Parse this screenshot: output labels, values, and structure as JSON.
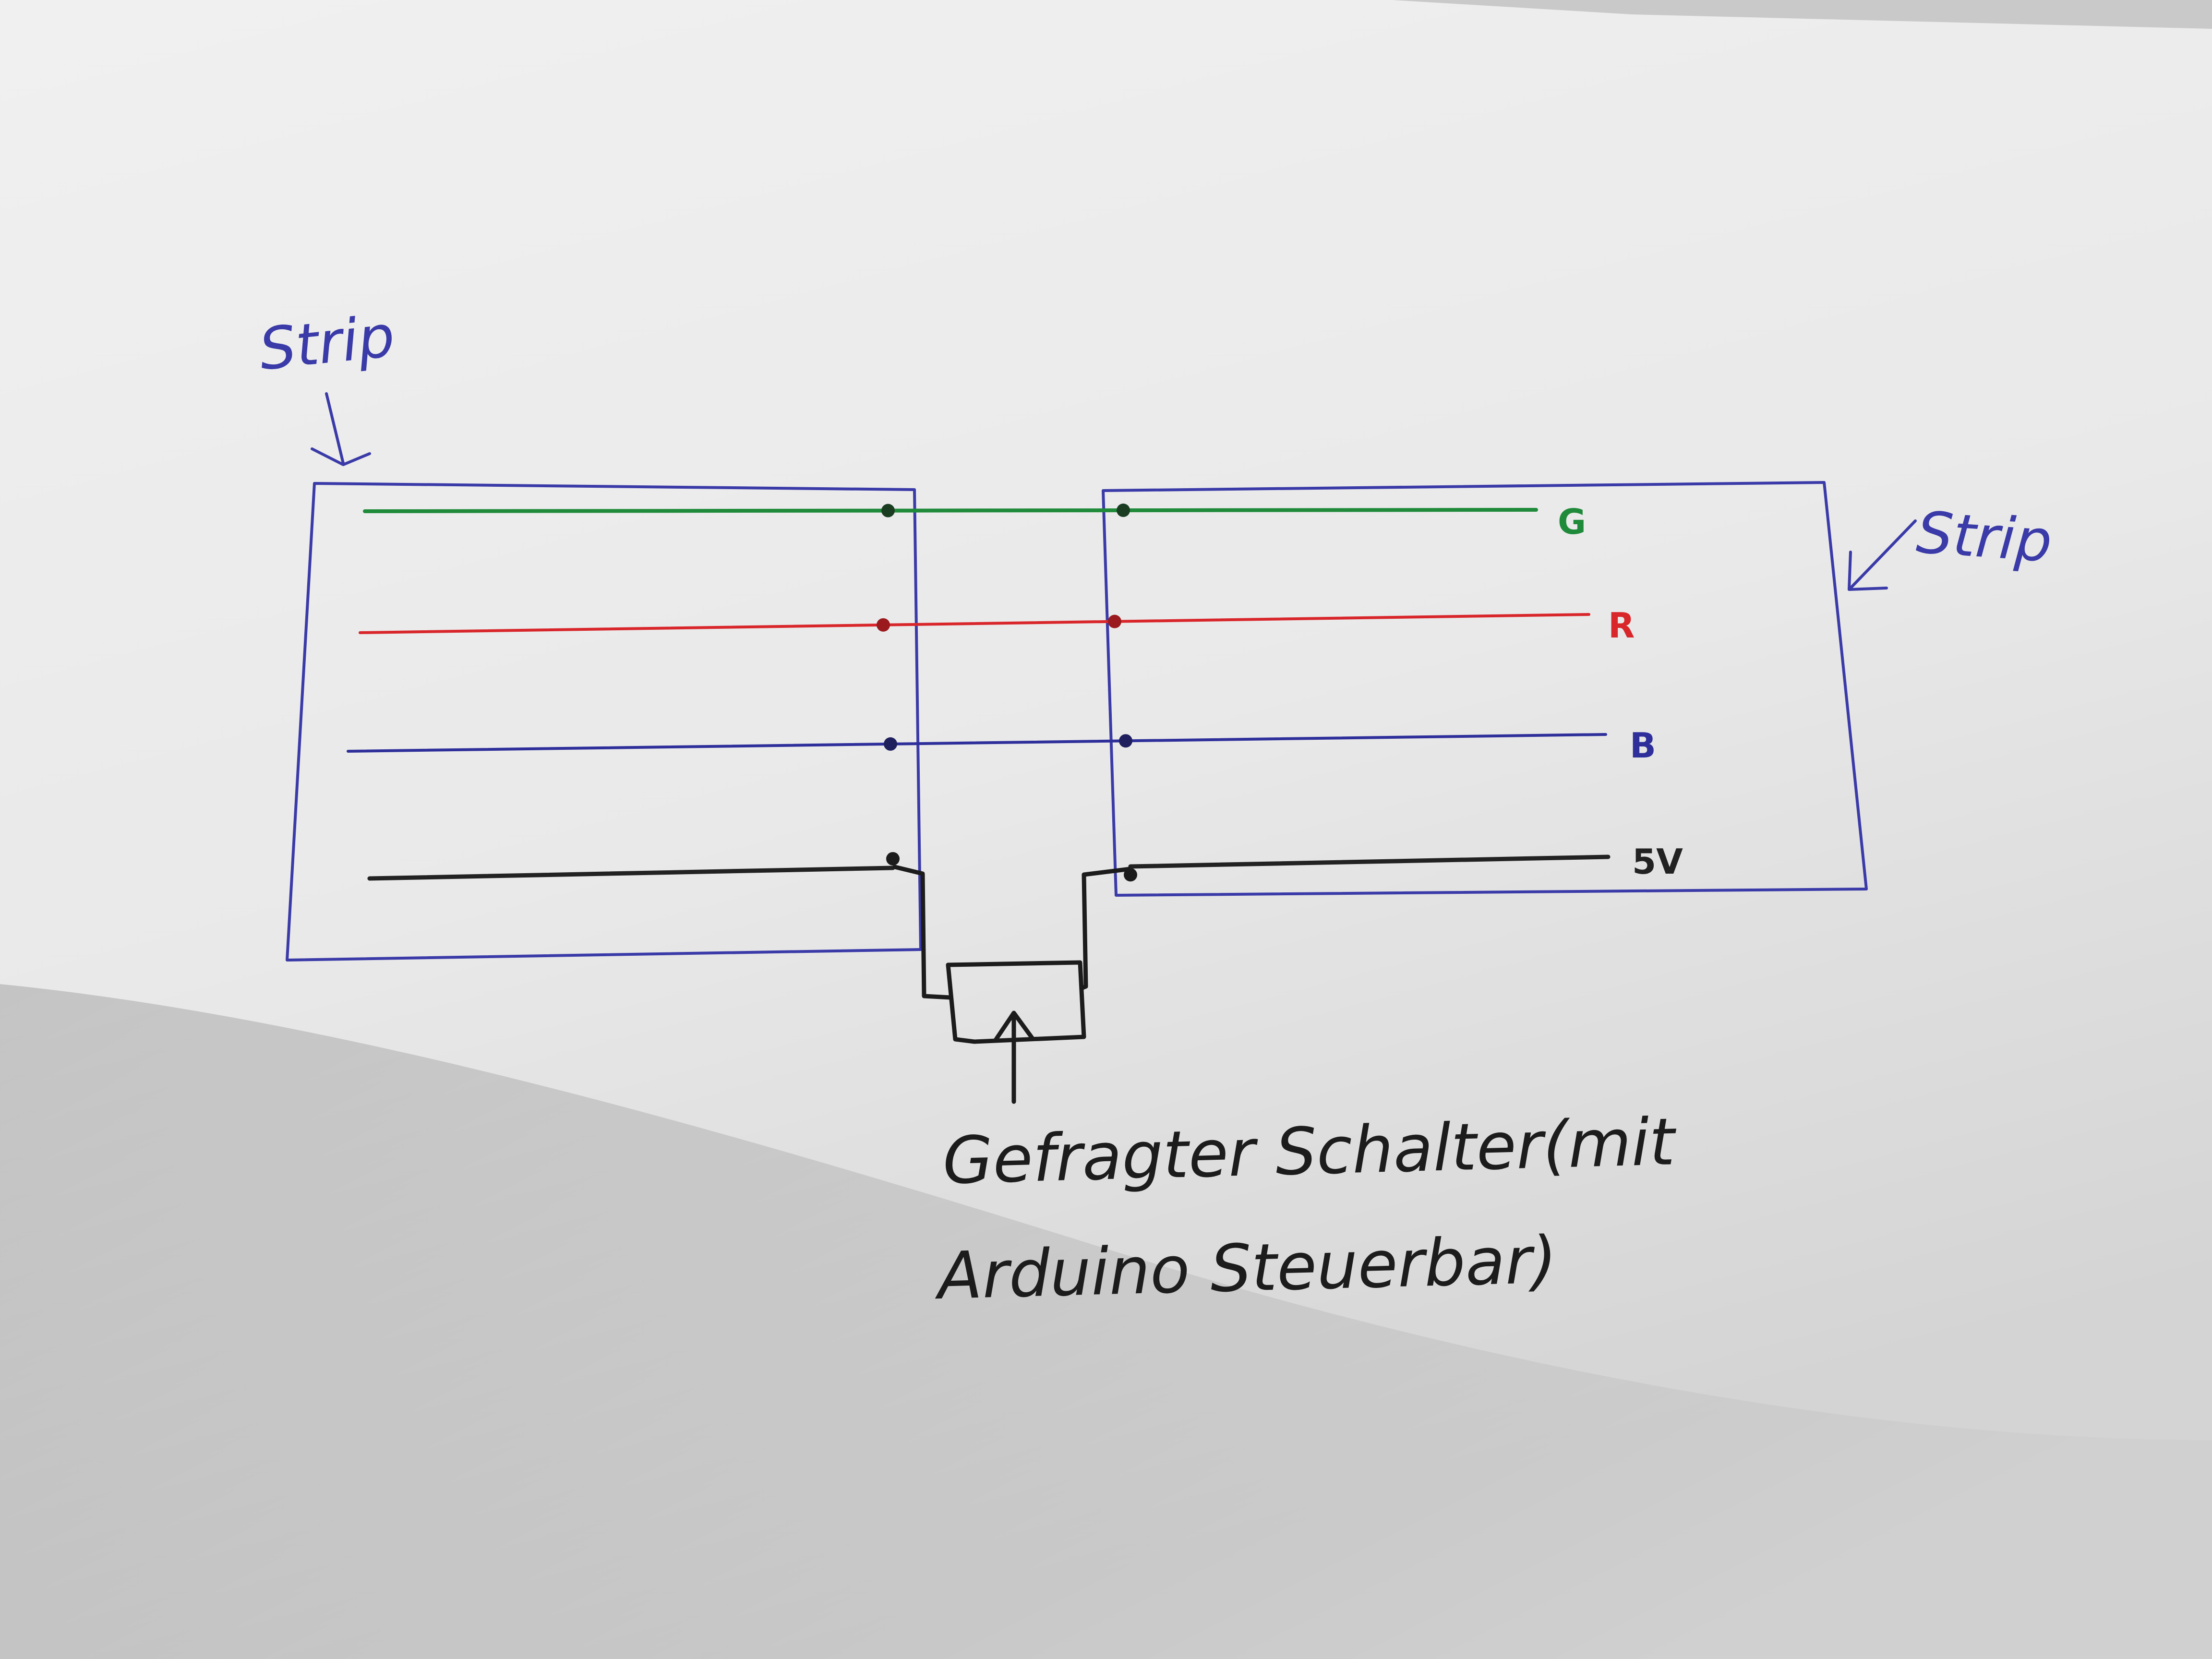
{
  "labels": {
    "strip_left": "Strip",
    "strip_right": "Strip",
    "switch_caption_line1": "Gefragter Schalter(mit",
    "switch_caption_line2": "Arduino Steuerbar)"
  },
  "wires": [
    {
      "label": "G",
      "color": "#1f8a3a"
    },
    {
      "label": "R",
      "color": "#d8262b"
    },
    {
      "label": "B",
      "color": "#2e2f9a"
    },
    {
      "label": "5V",
      "color": "#222222"
    }
  ],
  "colors": {
    "paper": "#ededed",
    "ink_blue": "#3a3aa8",
    "ink_black": "#1c1c1c"
  }
}
